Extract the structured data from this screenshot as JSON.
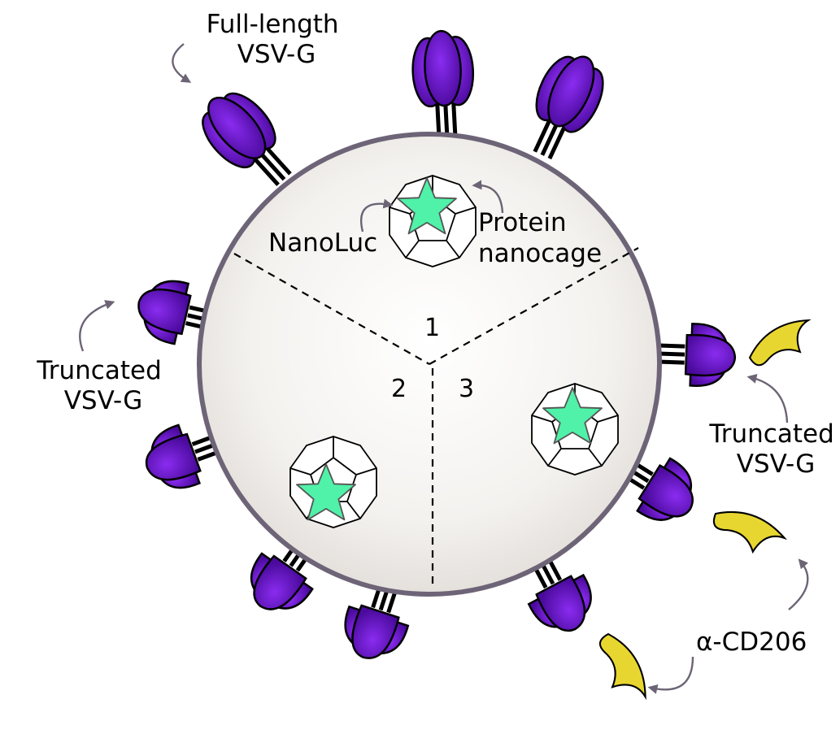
{
  "labels": {
    "full_length": [
      "Full-length",
      "VSV-G"
    ],
    "truncated_left": [
      "Truncated",
      "VSV-G"
    ],
    "truncated_right": [
      "Truncated",
      "VSV-G"
    ],
    "nanoluc": "NanoLuc",
    "nanocage": [
      "Protein",
      "nanocage"
    ],
    "antibody": "α-CD206"
  },
  "sections": [
    "1",
    "2",
    "3"
  ],
  "colors": {
    "protein": "#5a0fb5",
    "antibody": "#e8d630",
    "star": "#4ff2a8",
    "membrane": "#6e6477",
    "arrow": "#6c6475"
  }
}
